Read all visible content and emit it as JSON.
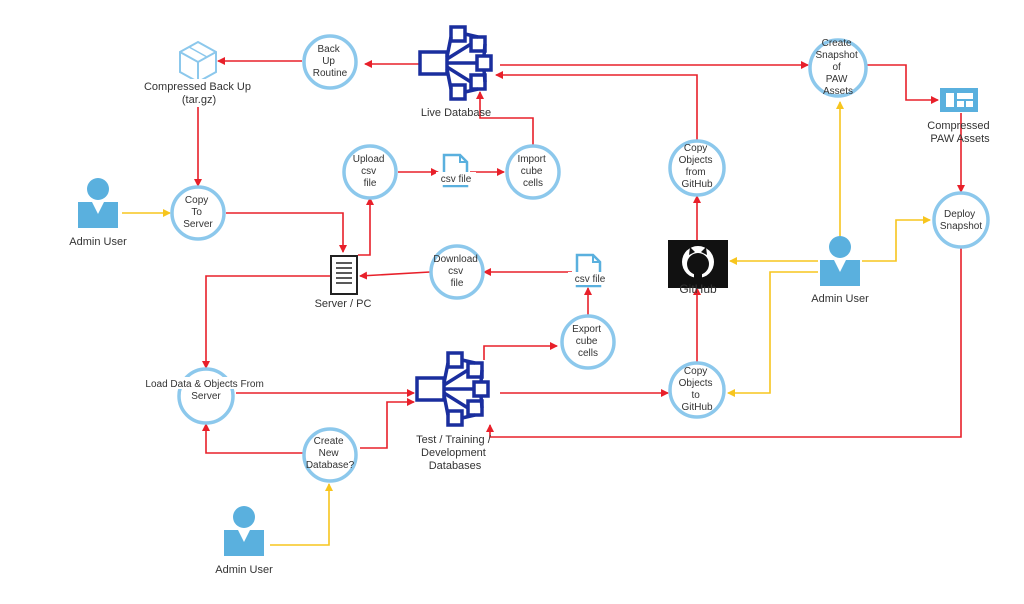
{
  "nodes": {
    "live_db": "Live Database",
    "test_db": [
      "Test / Training /",
      "Development",
      "Databases"
    ],
    "compressed_backup": [
      "Compressed Back Up",
      "(tar.gz)"
    ],
    "compressed_paw": [
      "Compressed",
      "PAW Assets"
    ],
    "server": "Server / PC",
    "github": "GitHub",
    "admin_left": "Admin User",
    "admin_right": "Admin User",
    "admin_bottom": "Admin User",
    "csv_upload": "csv file",
    "csv_download": "csv file"
  },
  "processes": {
    "backup_routine": [
      "Back",
      "Up",
      "Routine"
    ],
    "copy_to_server": [
      "Copy",
      "To",
      "Server"
    ],
    "upload_csv": [
      "Upload",
      "csv",
      "file"
    ],
    "import_cells": [
      "Import",
      "cube",
      "cells"
    ],
    "copy_from_github": [
      "Copy",
      "Objects",
      "from",
      "GitHub"
    ],
    "create_snapshot": [
      "Create",
      "Snapshot",
      "of",
      "PAW",
      "Assets"
    ],
    "deploy_snapshot": [
      "Deploy",
      "Snapshot"
    ],
    "download_csv": [
      "Download",
      "csv",
      "file"
    ],
    "export_cells": [
      "Export",
      "cube",
      "cells"
    ],
    "load_data": [
      "Load Data & Objects From",
      "Server"
    ],
    "create_db": [
      "Create",
      "New",
      "Database?"
    ],
    "copy_to_github": [
      "Copy",
      "Objects",
      "to",
      "GitHub"
    ]
  },
  "colors": {
    "flow_red": "#e8202a",
    "flow_yellow": "#f7c51e",
    "database_blue": "#1a2e9e",
    "process_ring": "#8cc8ec",
    "user_blue": "#5ab0de"
  },
  "icons": {
    "database": "network-database-icon",
    "backup": "cube-archive-icon",
    "paw": "dashboard-panel-icon",
    "server": "server-tower-icon",
    "github": "github-octocat-icon",
    "user": "user-person-icon",
    "file": "document-file-icon"
  }
}
